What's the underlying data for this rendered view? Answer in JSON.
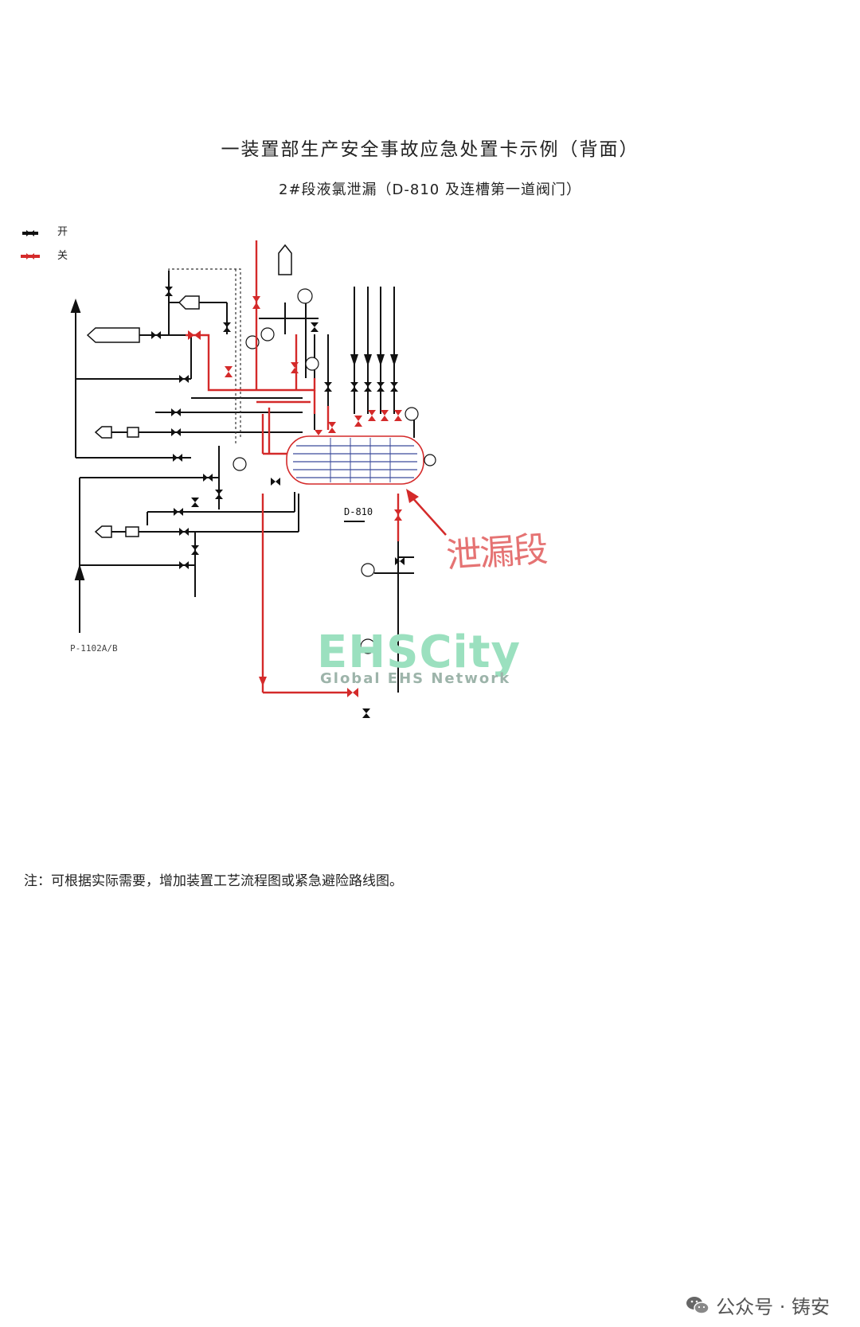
{
  "header": {
    "title": "一装置部生产安全事故应急处置卡示例（背面）",
    "subtitle": "2#段液氯泄漏（D-810 及连槽第一道阀门）"
  },
  "legend": {
    "open_label": "开",
    "close_label": "关"
  },
  "diagram": {
    "vessel_tag": "D-810",
    "pump_tag": "P-1102A/B",
    "leak_annotation": "泄漏段"
  },
  "watermark": {
    "main": "EHSCity",
    "sub": "Global EHS Network"
  },
  "note": "注：可根据实际需要，增加装置工艺流程图或紧急避险路线图。",
  "footer": {
    "account": "公众号 · 铸安"
  },
  "colors": {
    "open_line": "#111111",
    "closed_line": "#d42a2a",
    "watermark": "#9be0bf"
  }
}
